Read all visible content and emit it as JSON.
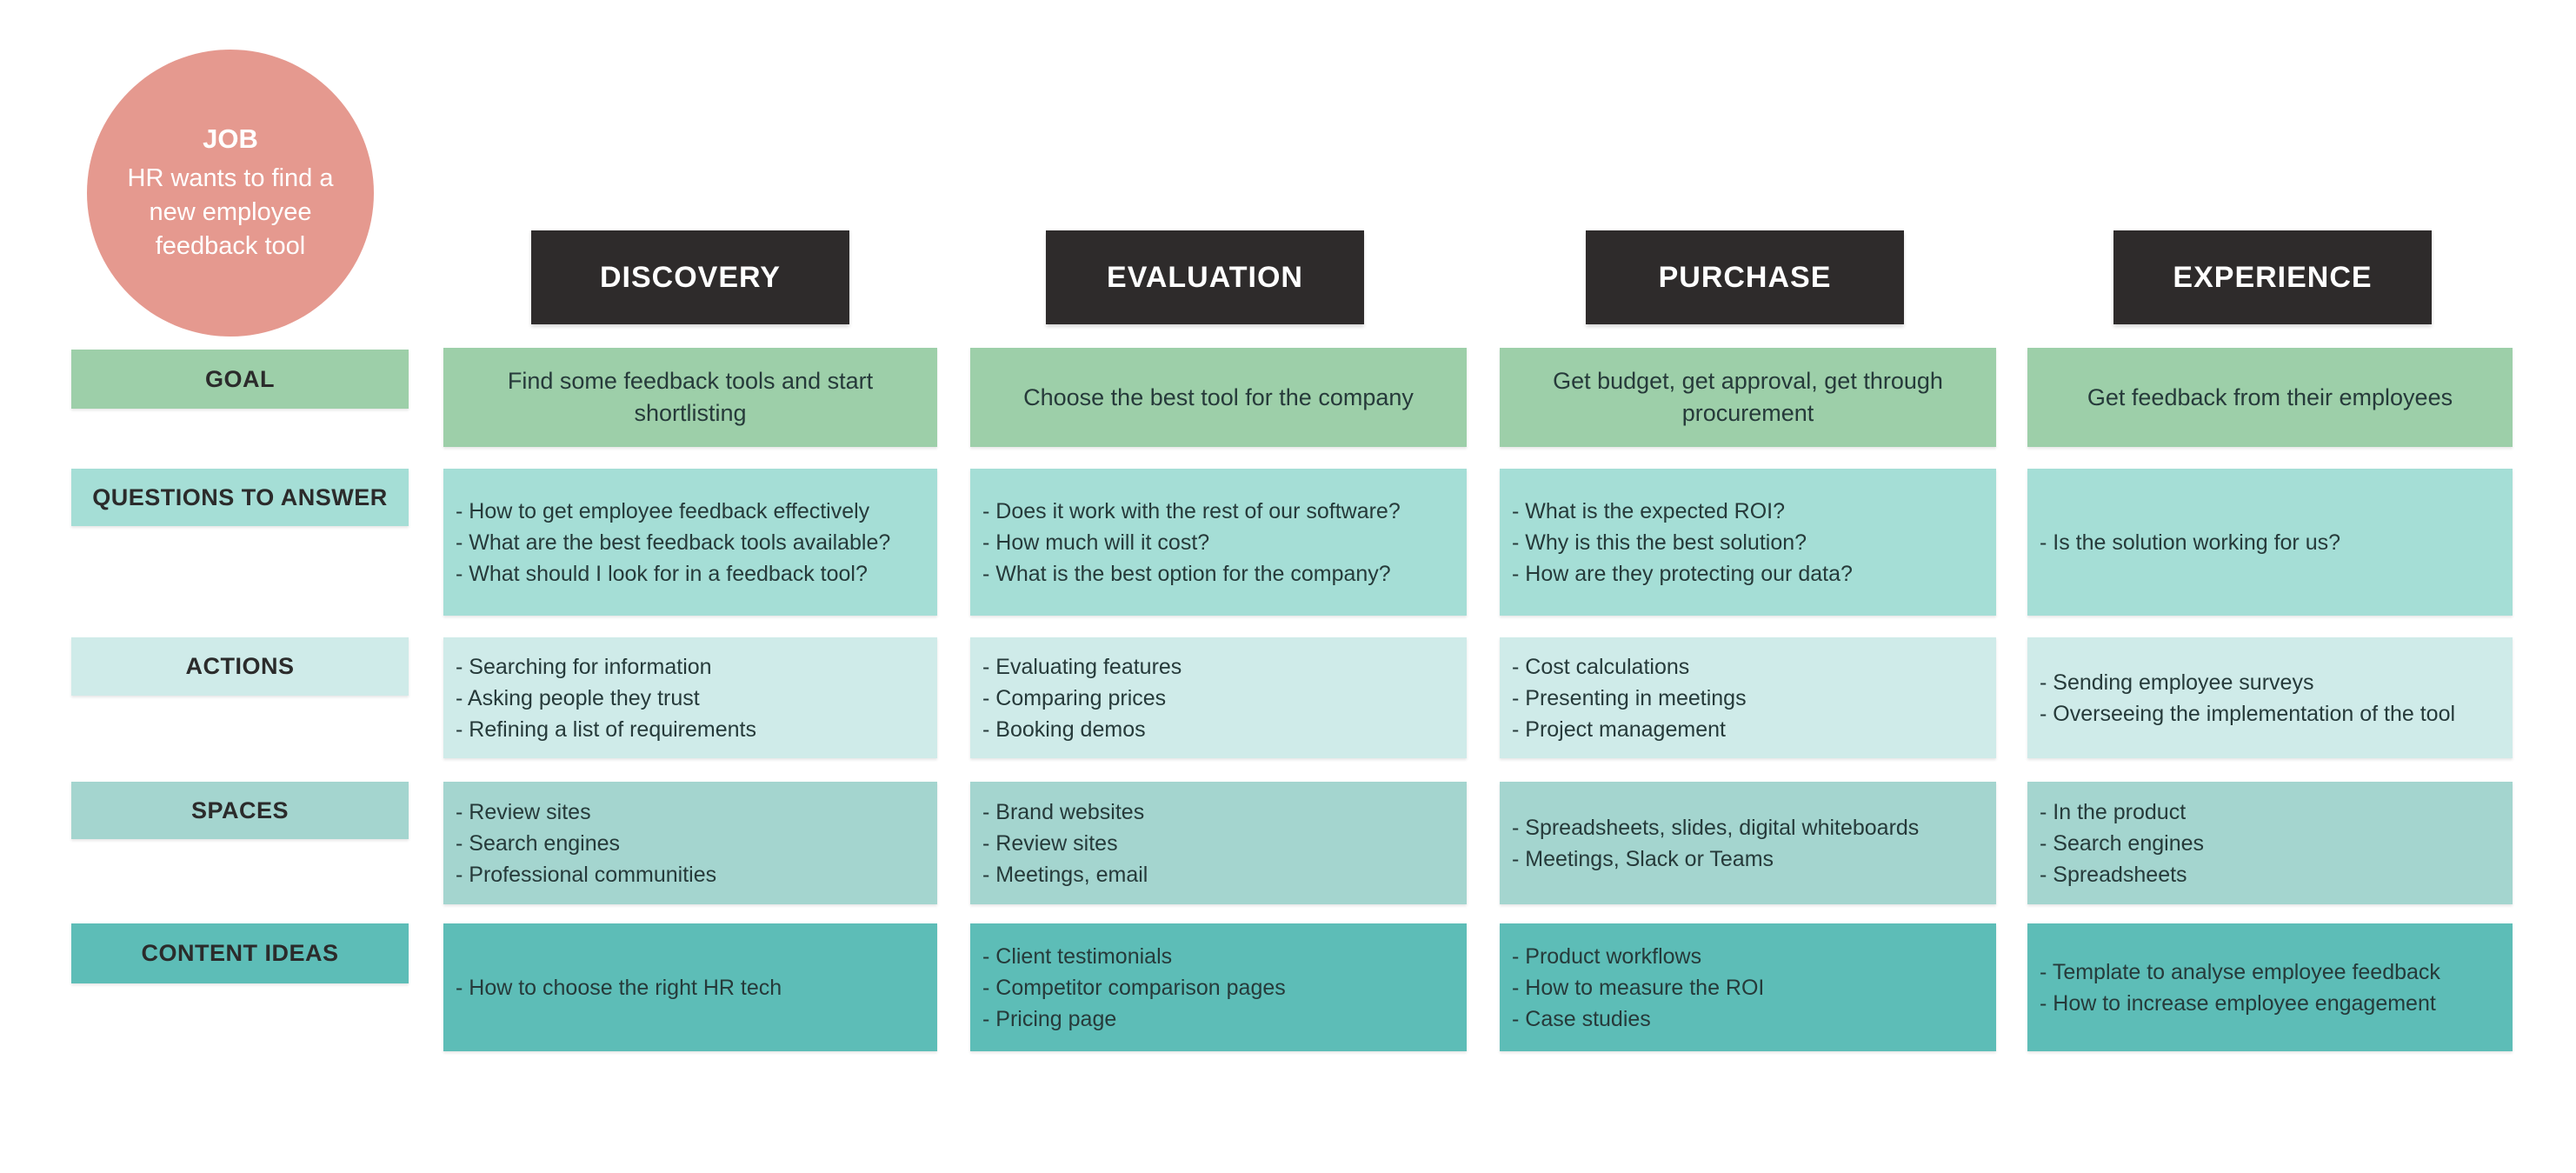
{
  "job": {
    "title": "JOB",
    "description": "HR wants to find a new employee feedback tool"
  },
  "stages": [
    {
      "label": "DISCOVERY"
    },
    {
      "label": "EVALUATION"
    },
    {
      "label": "PURCHASE"
    },
    {
      "label": "EXPERIENCE"
    }
  ],
  "rows": [
    {
      "label": "GOAL",
      "cells": [
        {
          "text": "Find some feedback tools and start shortlisting"
        },
        {
          "text": "Choose the best tool for the company"
        },
        {
          "text": "Get budget, get approval, get through procurement"
        },
        {
          "text": "Get feedback from their employees"
        }
      ]
    },
    {
      "label": "QUESTIONS TO ANSWER",
      "cells": [
        {
          "lines": [
            "- How to get employee feedback effectively",
            "- What are the best feedback tools available?",
            "- What should I look for in a feedback tool?"
          ]
        },
        {
          "lines": [
            "- Does it work with the rest of our software?",
            "- How much will it cost?",
            "- What is the best option for the company?"
          ]
        },
        {
          "lines": [
            "- What is the expected ROI?",
            "- Why is this the best solution?",
            "- How are they protecting our data?"
          ]
        },
        {
          "lines": [
            "- Is the solution working for us?"
          ]
        }
      ]
    },
    {
      "label": "ACTIONS",
      "cells": [
        {
          "lines": [
            "- Searching for information",
            "- Asking people they trust",
            "- Refining a list of requirements"
          ]
        },
        {
          "lines": [
            "- Evaluating features",
            "- Comparing prices",
            "- Booking demos"
          ]
        },
        {
          "lines": [
            "- Cost calculations",
            "- Presenting in meetings",
            "- Project management"
          ]
        },
        {
          "lines": [
            "- Sending employee surveys",
            "- Overseeing the implementation of the tool"
          ]
        }
      ]
    },
    {
      "label": "SPACES",
      "cells": [
        {
          "lines": [
            "- Review sites",
            "- Search engines",
            "- Professional communities"
          ]
        },
        {
          "lines": [
            "- Brand websites",
            "- Review sites",
            "- Meetings, email"
          ]
        },
        {
          "lines": [
            "- Spreadsheets, slides, digital whiteboards",
            "- Meetings, Slack or Teams"
          ]
        },
        {
          "lines": [
            "- In the product",
            "- Search engines",
            "- Spreadsheets"
          ]
        }
      ]
    },
    {
      "label": "CONTENT IDEAS",
      "cells": [
        {
          "lines": [
            "- How to choose the right HR tech"
          ]
        },
        {
          "lines": [
            "- Client testimonials",
            "- Competitor comparison pages",
            "- Pricing page"
          ]
        },
        {
          "lines": [
            "- Product workflows",
            "- How to measure the ROI",
            "- Case studies"
          ]
        },
        {
          "lines": [
            "- Template to analyse employee feedback",
            "- How to increase employee engagement"
          ]
        }
      ]
    }
  ],
  "colors": {
    "job_circle": "#e5998f",
    "stage_header_bg": "#2e2b2b",
    "stage_header_text": "#ffffff",
    "row_goal": "#9dcfa9",
    "row_questions": "#a5ded6",
    "row_actions": "#cfebe9",
    "row_spaces": "#a4d5cf",
    "row_content_ideas": "#5dbdb7",
    "cell_text": "#263a3a",
    "background": "#ffffff"
  }
}
